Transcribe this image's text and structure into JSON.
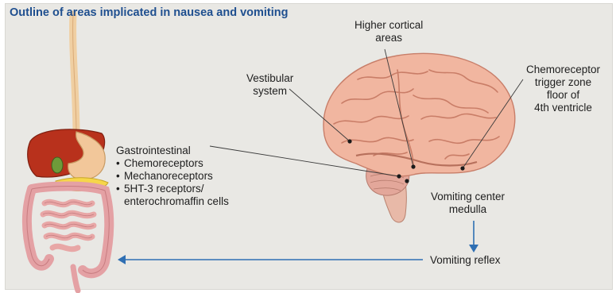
{
  "title": "Outline of areas implicated in nausea and vomiting",
  "labels": {
    "higher_cortical": [
      "Higher cortical",
      "areas"
    ],
    "vestibular": [
      "Vestibular",
      "system"
    ],
    "chemoreceptor": [
      "Chemoreceptor",
      "trigger zone",
      "floor of",
      "4th ventricle"
    ],
    "gastro_heading": "Gastrointestinal",
    "gastro_items": [
      "Chemoreceptors",
      "Mechanoreceptors",
      "5HT-3 receptors/"
    ],
    "gastro_item_cont": "enterochromaffin cells",
    "vomiting_center": [
      "Vomiting center",
      "medulla"
    ],
    "vomiting_reflex": "Vomiting reflex"
  },
  "colors": {
    "title": "#1f4f8f",
    "arrow": "#2f6fb3",
    "brain": "#f1b6a0",
    "brain_dark": "#d98873",
    "liver": "#b8311c",
    "stomach": "#f2c79a",
    "intestine": "#e4a1a4",
    "pancreas": "#f6d64a"
  },
  "icons": [
    "brain-illustration",
    "digestive-tract-illustration",
    "down-arrow-icon",
    "left-arrow-icon"
  ]
}
